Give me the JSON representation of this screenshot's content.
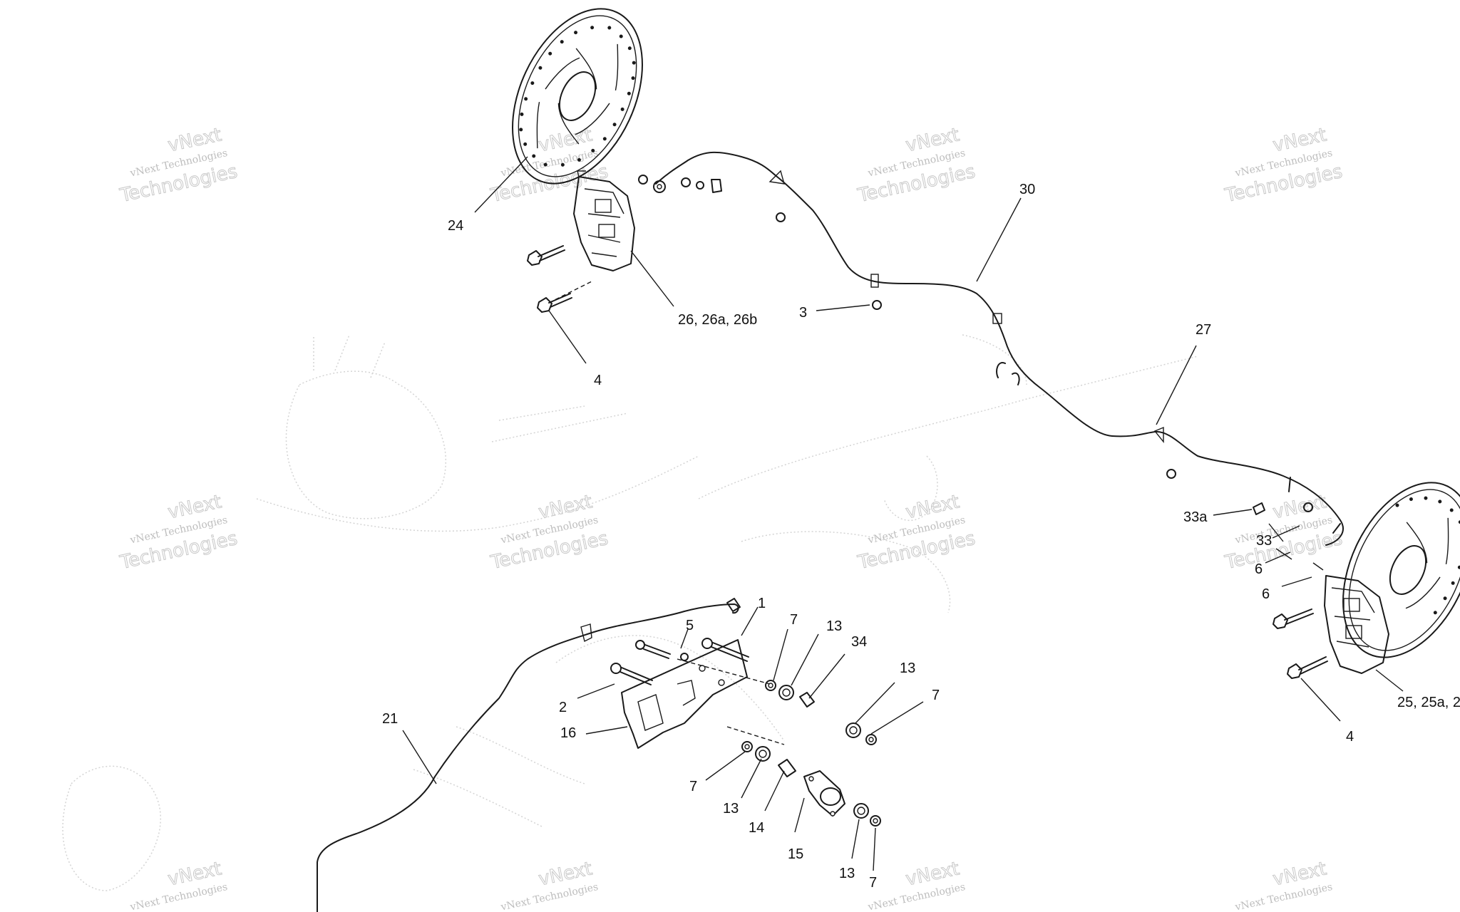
{
  "watermark": {
    "brand": "vNext",
    "line": "vNext Technologies",
    "word": "Technologies"
  },
  "callouts": [
    {
      "id": "c-24",
      "label": "24"
    },
    {
      "id": "c-26",
      "label": "26, 26a, 26b"
    },
    {
      "id": "c-4a",
      "label": "4"
    },
    {
      "id": "c-3",
      "label": "3"
    },
    {
      "id": "c-30",
      "label": "30"
    },
    {
      "id": "c-27",
      "label": "27"
    },
    {
      "id": "c-33a",
      "label": "33a"
    },
    {
      "id": "c-33",
      "label": "33"
    },
    {
      "id": "c-6a",
      "label": "6"
    },
    {
      "id": "c-6b",
      "label": "6"
    },
    {
      "id": "c-25",
      "label": "25, 25a, 2"
    },
    {
      "id": "c-4b",
      "label": "4"
    },
    {
      "id": "c-1",
      "label": "1"
    },
    {
      "id": "c-5",
      "label": "5"
    },
    {
      "id": "c-7a",
      "label": "7"
    },
    {
      "id": "c-13a",
      "label": "13"
    },
    {
      "id": "c-34",
      "label": "34"
    },
    {
      "id": "c-13b",
      "label": "13"
    },
    {
      "id": "c-7b",
      "label": "7"
    },
    {
      "id": "c-2",
      "label": "2"
    },
    {
      "id": "c-16",
      "label": "16"
    },
    {
      "id": "c-21",
      "label": "21"
    },
    {
      "id": "c-7c",
      "label": "7"
    },
    {
      "id": "c-13c",
      "label": "13"
    },
    {
      "id": "c-14",
      "label": "14"
    },
    {
      "id": "c-15",
      "label": "15"
    },
    {
      "id": "c-13d",
      "label": "13"
    },
    {
      "id": "c-7d",
      "label": "7"
    }
  ]
}
